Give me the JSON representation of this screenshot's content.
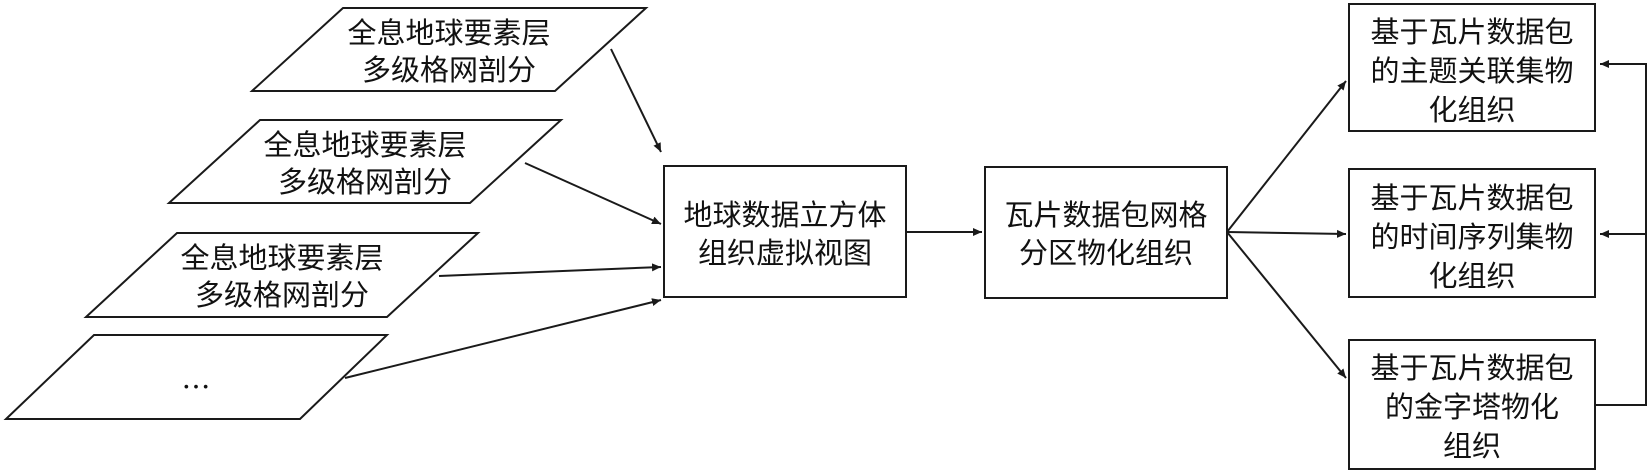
{
  "diagram": {
    "inputs": [
      {
        "line1": "全息地球要素层",
        "line2": "多级格网剖分"
      },
      {
        "line1": "全息地球要素层",
        "line2": "多级格网剖分"
      },
      {
        "line1": "全息地球要素层",
        "line2": "多级格网剖分"
      },
      {
        "line1": "…"
      }
    ],
    "cube_view": {
      "line1": "地球数据立方体",
      "line2": "组织虚拟视图"
    },
    "tile_partition": {
      "line1": "瓦片数据包网格",
      "line2": "分区物化组织"
    },
    "outputs": [
      {
        "line1": "基于瓦片数据包",
        "line2": "的主题关联集物",
        "line3": "化组织"
      },
      {
        "line1": "基于瓦片数据包",
        "line2": "的时间序列集物",
        "line3": "化组织"
      },
      {
        "line1": "基于瓦片数据包",
        "line2": "的金字塔物化",
        "line3": "组织"
      }
    ]
  }
}
